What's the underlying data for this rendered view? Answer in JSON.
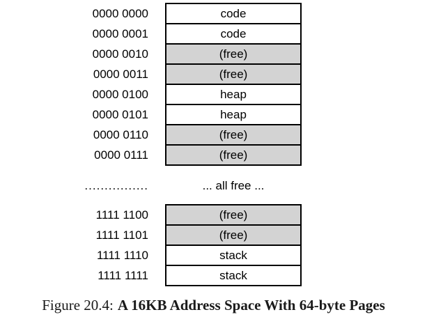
{
  "figure": {
    "top_rows": [
      {
        "address": "0000 0000",
        "label": "code",
        "free": false
      },
      {
        "address": "0000 0001",
        "label": "code",
        "free": false
      },
      {
        "address": "0000 0010",
        "label": "(free)",
        "free": true
      },
      {
        "address": "0000 0011",
        "label": "(free)",
        "free": true
      },
      {
        "address": "0000 0100",
        "label": "heap",
        "free": false
      },
      {
        "address": "0000 0101",
        "label": "heap",
        "free": false
      },
      {
        "address": "0000 0110",
        "label": "(free)",
        "free": true
      },
      {
        "address": "0000 0111",
        "label": "(free)",
        "free": true
      }
    ],
    "middle": {
      "dots": "................",
      "label": "... all free ..."
    },
    "bottom_rows": [
      {
        "address": "1111 1100",
        "label": "(free)",
        "free": true
      },
      {
        "address": "1111 1101",
        "label": "(free)",
        "free": true
      },
      {
        "address": "1111 1110",
        "label": "stack",
        "free": false
      },
      {
        "address": "1111 1111",
        "label": "stack",
        "free": false
      }
    ],
    "caption": {
      "prefix": "Figure 20.4:",
      "title": "A 16KB Address Space With 64-byte Pages"
    },
    "colors": {
      "free_fill": "#d3d3d3",
      "page_fill": "#ffffff",
      "border": "#000000"
    }
  }
}
